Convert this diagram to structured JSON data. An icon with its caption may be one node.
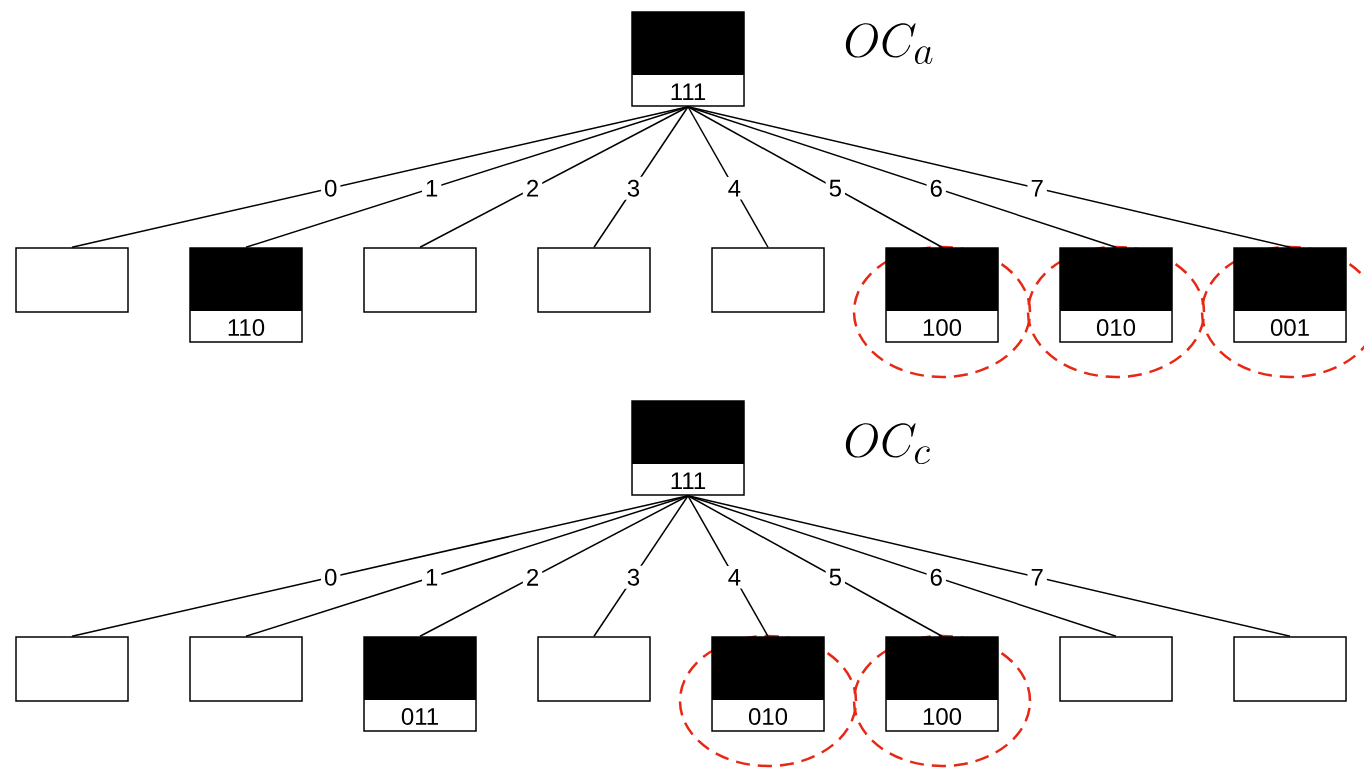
{
  "diagram": {
    "nodes": [
      {
        "text": [
          "111"
        ]
      },
      {
        "text": [],
        "shape": "box"
      },
      {
        "text": [
          "110"
        ]
      },
      {
        "text": [],
        "shape": "box"
      },
      {
        "text": [],
        "shape": "box"
      },
      {
        "text": [],
        "shape": "box"
      },
      {
        "text": [],
        "shape": "circle"
      },
      {
        "text": [
          "100"
        ],
        "in": 6
      },
      {
        "text": [],
        "shape": "circle"
      },
      {
        "text": [
          "010"
        ],
        "in": 8
      },
      {
        "text": [],
        "shape": "circle"
      },
      {
        "text": [
          "001"
        ],
        "in": 10
      },
      {
        "text": [
          "111"
        ]
      },
      {
        "text": [],
        "shape": "box"
      },
      {
        "text": [],
        "shape": "box"
      },
      {
        "text": [
          "011"
        ]
      },
      {
        "text": [],
        "shape": "box"
      },
      {
        "text": [],
        "shape": "circle"
      },
      {
        "text": [
          "010"
        ],
        "in": 17
      },
      {
        "text": [],
        "shape": "circle"
      },
      {
        "text": [
          "100"
        ],
        "in": 19
      },
      {
        "text": [],
        "shape": "box"
      },
      {
        "text": [],
        "shape": "box"
      }
    ],
    "edges": [
      {
        "from": 0,
        "to": 1,
        "arrow": "none",
        "label": "0"
      },
      {
        "from": 0,
        "to": 2,
        "arrow": "none",
        "label": "1"
      },
      {
        "from": 0,
        "to": 3,
        "arrow": "none",
        "label": "2"
      },
      {
        "from": 0,
        "to": 4,
        "arrow": "none",
        "label": "3"
      },
      {
        "from": 0,
        "to": 5,
        "arrow": "none",
        "label": "4"
      },
      {
        "from": 0,
        "to": 7,
        "arrow": "none",
        "label": "5"
      },
      {
        "from": 0,
        "to": 9,
        "arrow": "none",
        "label": "6"
      },
      {
        "from": 0,
        "to": 11,
        "arrow": "none",
        "label": "7"
      },
      {
        "from": 12,
        "to": 13,
        "arrow": "none",
        "label": "0"
      },
      {
        "from": 12,
        "to": 14,
        "arrow": "none",
        "label": "1"
      },
      {
        "from": 12,
        "to": 15,
        "arrow": "none",
        "label": "2"
      },
      {
        "from": 12,
        "to": 16,
        "arrow": "none",
        "label": "3"
      },
      {
        "from": 12,
        "to": 18,
        "arrow": "none",
        "label": "4"
      },
      {
        "from": 12,
        "to": 20,
        "arrow": "none",
        "label": "5"
      },
      {
        "from": 12,
        "to": 21,
        "arrow": "none",
        "label": "6"
      },
      {
        "from": 12,
        "to": 22,
        "arrow": "none",
        "label": "7"
      }
    ],
    "labels": [
      "OC_a",
      "OC_c"
    ]
  }
}
